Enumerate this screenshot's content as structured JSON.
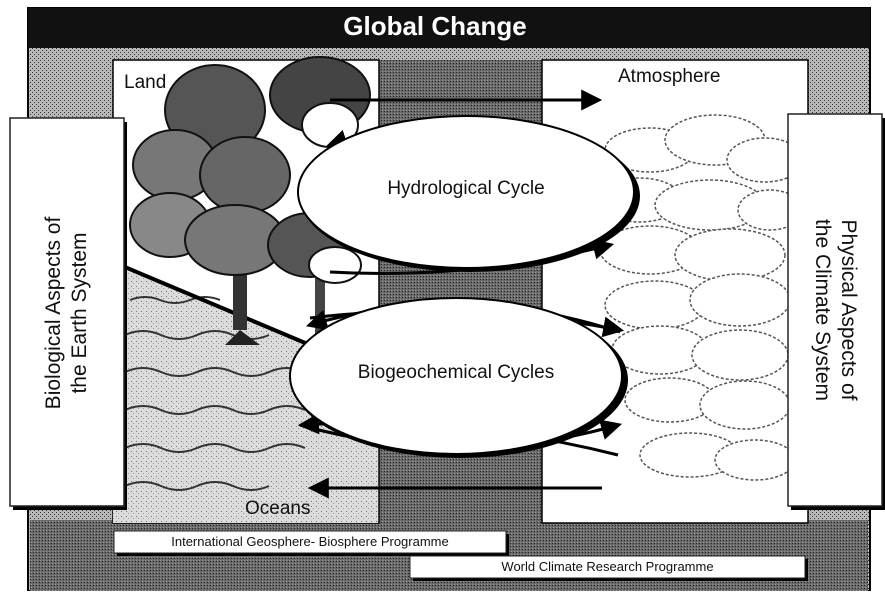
{
  "title": "Global Change",
  "regions": {
    "land": "Land",
    "atmosphere": "Atmosphere",
    "oceans": "Oceans"
  },
  "cycles": {
    "hydrological": "Hydrological Cycle",
    "biogeochemical": "Biogeochemical Cycles"
  },
  "side_labels": {
    "biological_line1": "Biological Aspects of",
    "biological_line2": "the Earth System",
    "physical_line1": "Physical Aspects of",
    "physical_line2": "the Climate System"
  },
  "programmes": {
    "igbp": "International Geosphere- Biosphere Programme",
    "wcrp": "World Climate Research Programme"
  },
  "colors": {
    "title_bar": "#111111",
    "dark_band": "#555555",
    "stipple_bg": "#9a9a9a",
    "panel": "#ffffff"
  }
}
